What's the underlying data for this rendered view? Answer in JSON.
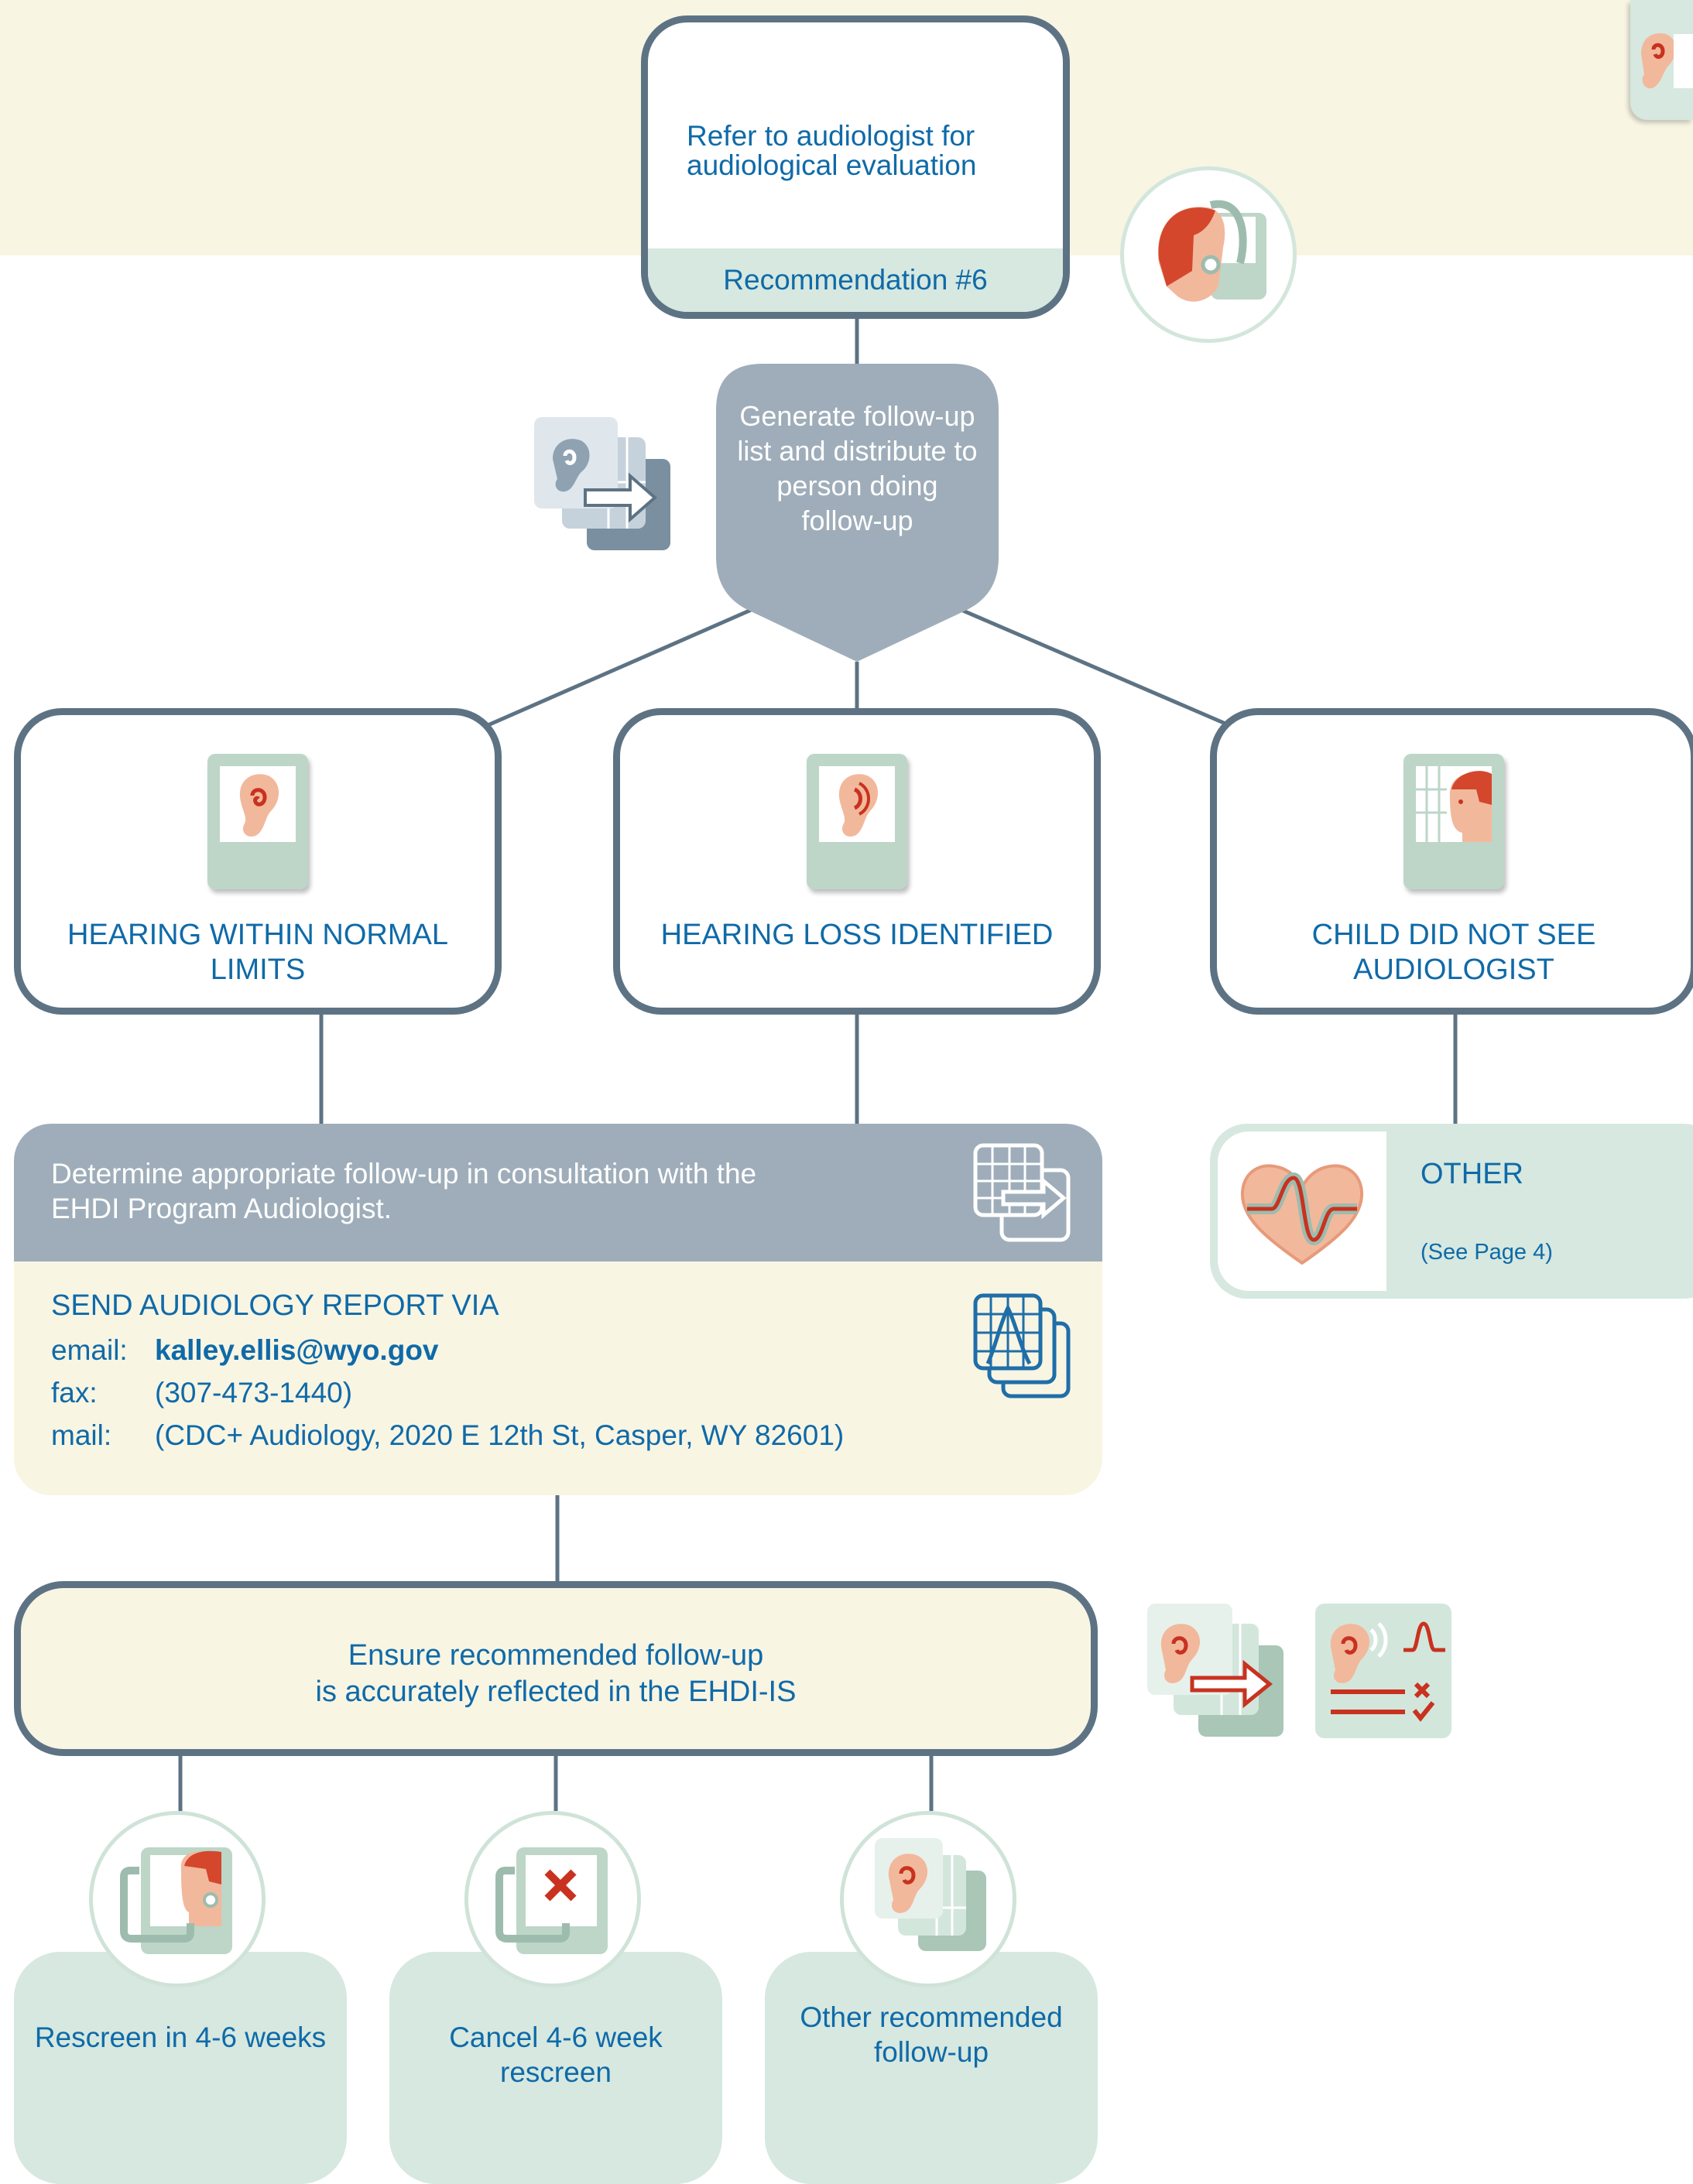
{
  "recommendation": {
    "text": "Refer to audiologist for audiological evaluation",
    "footer": "Recommendation #6"
  },
  "generate_step": {
    "text": "Generate follow-up list and distribute to person doing follow-up"
  },
  "outcomes": [
    {
      "label": "HEARING WITHIN NORMAL LIMITS",
      "icon": "ear-icon"
    },
    {
      "label": "HEARING LOSS IDENTIFIED",
      "icon": "ear-sound-icon"
    },
    {
      "label": "CHILD DID NOT SEE AUDIOLOGIST",
      "icon": "child-face-icon"
    }
  ],
  "determine": {
    "text": "Determine appropriate follow-up in consultation with the EHDI Program Audiologist."
  },
  "send_report": {
    "title": "SEND AUDIOLOGY REPORT VIA",
    "email_label": "email:",
    "email_value": "kalley.ellis@wyo.gov",
    "fax_label": "fax:",
    "fax_value": "(307-473-1440)",
    "mail_label": "mail:",
    "mail_value": "(CDC+ Audiology, 2020 E 12th St, Casper, WY 82601)"
  },
  "other": {
    "title": "OTHER",
    "subtitle": "(See Page 4)",
    "icon": "heart-wave-icon"
  },
  "ensure": {
    "line1": "Ensure recommended follow-up",
    "line2": "is accurately reflected in the EHDI-IS"
  },
  "results": [
    {
      "label": "Rescreen in 4-6 weeks",
      "icon": "rescreen-icon"
    },
    {
      "label": "Cancel 4-6 week rescreen",
      "icon": "cancel-icon"
    },
    {
      "label": "Other recommended follow-up",
      "icon": "ear-documents-icon"
    }
  ],
  "colors": {
    "text_blue": "#0f6aa8",
    "border_slate": "#5d7384",
    "panel_gray": "#9eadb9",
    "cream": "#f8f5e3",
    "mint": "#d6e8df",
    "accent_red": "#c8321f"
  }
}
